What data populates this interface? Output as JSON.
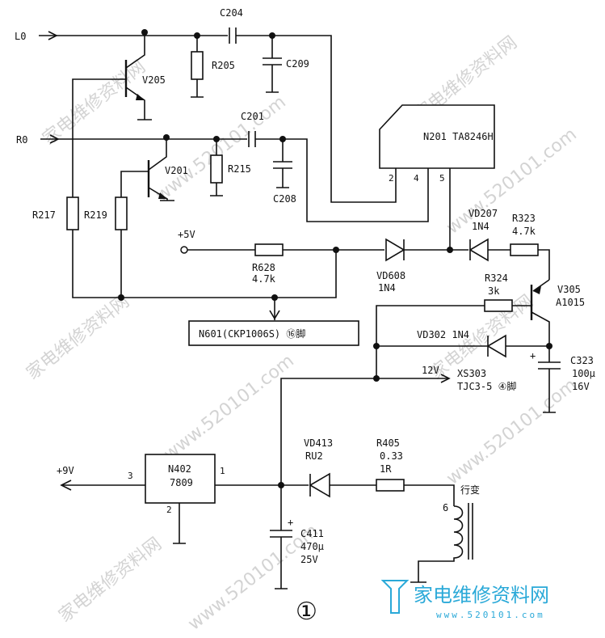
{
  "inputs": {
    "left": "L0",
    "right": "R0"
  },
  "components": {
    "c204": "C204",
    "r205": "R205",
    "c209": "C209",
    "v205": "V205",
    "c201": "C201",
    "r215": "R215",
    "c208": "C208",
    "v201": "V201",
    "r217": "R217",
    "r219": "R219",
    "r628_name": "R628",
    "r628_value": "4.7k",
    "vd608_name": "VD608",
    "vd608_value": "1N4",
    "vd207_name": "VD207",
    "vd207_value": "1N4",
    "r323_name": "R323",
    "r323_value": "4.7k",
    "r324_name": "R324",
    "r324_value": "3k",
    "v305_name": "V305",
    "v305_value": "A1015",
    "vd302": "VD302  1N4",
    "c323_name": "C323",
    "c323_value1": "100μ",
    "c323_value2": "16V",
    "vd413_name": "VD413",
    "vd413_value": "RU2",
    "r405_name": "R405",
    "r405_value1": "0.33",
    "r405_value2": "1R",
    "c411_name": "C411",
    "c411_value1": "470μ",
    "c411_value2": "25V",
    "cap_plus": "+"
  },
  "ic_n201": {
    "label": "N201  TA8246H",
    "pin2": "2",
    "pin4": "4",
    "pin5": "5"
  },
  "ic_n402": {
    "name": "N402",
    "part": "7809",
    "pin1": "1",
    "pin2": "2",
    "pin3": "3"
  },
  "rails": {
    "plus5v": "+5V",
    "plus9v": "+9V",
    "v12": "12V"
  },
  "n601_box": "N601(CKP1006S) ⑯脚",
  "xs303": {
    "line1": "XS303",
    "line2": "TJC3-5 ④脚"
  },
  "transformer": {
    "label": "行变",
    "pin": "6"
  },
  "figure_number": "①",
  "watermark": {
    "cn": "家电维修资料网",
    "url": "www.520101.com"
  },
  "brand": {
    "name": "家电维修资料网",
    "url": "www.520101.com"
  }
}
